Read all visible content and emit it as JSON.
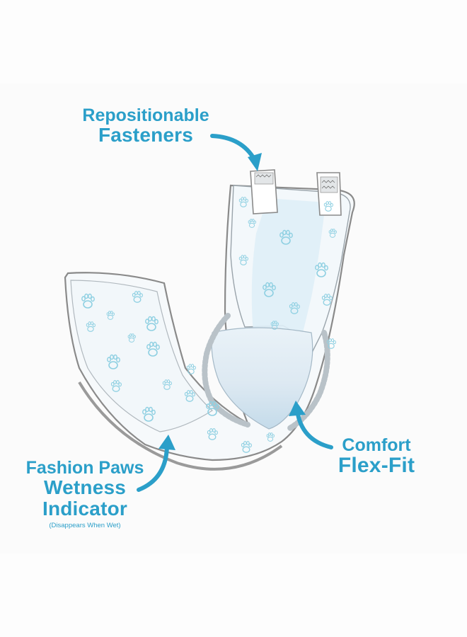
{
  "labels": {
    "fasteners": {
      "line1": "Repositionable",
      "line2": "Fasteners"
    },
    "wetness": {
      "line1": "Fashion Paws",
      "line2": "Wetness",
      "line3": "Indicator",
      "note": "(Disappears When Wet)"
    },
    "flexfit": {
      "line1": "Comfort",
      "line2": "Flex-Fit"
    }
  },
  "colors": {
    "accent": "#2b9fc9",
    "paw": "#8fd0e2",
    "outline": "#8a8a8a",
    "pad": "#cfe3f0"
  },
  "icons": [
    "paw-print-icon",
    "callout-arrow-icon",
    "fastener-tab-icon"
  ]
}
